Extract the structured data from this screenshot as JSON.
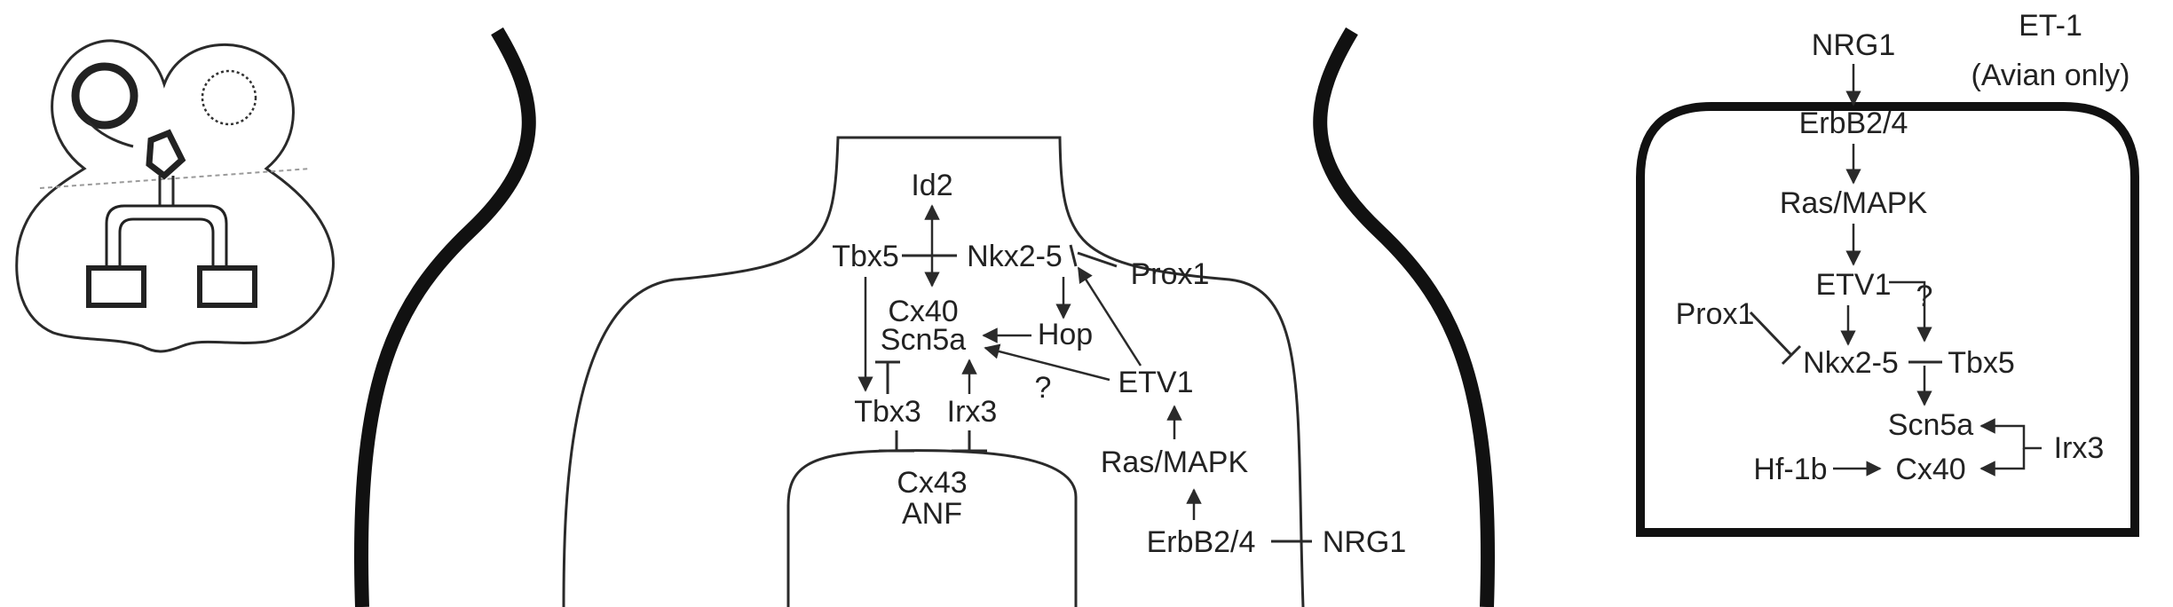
{
  "heart_schematic": {
    "left_chamber": "filled ring",
    "right_chamber": "dotted circle",
    "conduction_tree": "bundle with two branches and two boxes"
  },
  "central_panel": {
    "labels": {
      "id2": "Id2",
      "tbx5": "Tbx5",
      "nkx25": "Nkx2-5",
      "prox1": "Prox1",
      "cx40": "Cx40",
      "hop": "Hop",
      "scn5a": "Scn5a",
      "etv1": "ETV1",
      "question": "?",
      "tbx3": "Tbx3",
      "irx3": "Irx3",
      "rasmapk": "Ras/MAPK",
      "cx43": "Cx43",
      "anf": "ANF",
      "erbb24": "ErbB2/4",
      "nrg1": "NRG1"
    }
  },
  "right_panel": {
    "labels": {
      "nrg1": "NRG1",
      "et1": "ET-1",
      "avian": "(Avian only)",
      "erbb24": "ErbB2/4",
      "rasmapk": "Ras/MAPK",
      "etv1": "ETV1",
      "question": "?",
      "prox1": "Prox1",
      "nkx25": "Nkx2-5",
      "tbx5": "Tbx5",
      "scn5a": "Scn5a",
      "irx3": "Irx3",
      "hf1b": "Hf-1b",
      "cx40": "Cx40"
    }
  }
}
